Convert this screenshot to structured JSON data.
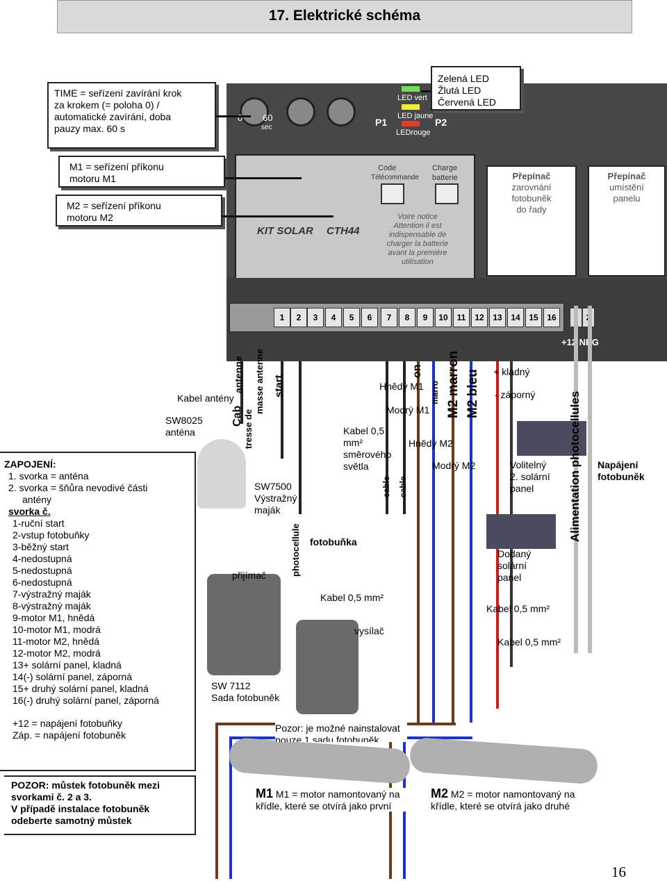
{
  "title": "17. Elektrické schéma",
  "callouts": {
    "time": [
      "TIME = seřízení zavírání krok",
      "za krokem (= poloha 0) /",
      "automatické zavírání, doba",
      "pauzy max. 60 s"
    ],
    "leds": [
      "Zelená LED",
      "Žlutá LED",
      "Červená LED"
    ],
    "m1": [
      "M1 = seřízení příkonu",
      "motoru M1"
    ],
    "m2": [
      "M2 = seřízení příkonu",
      "motoru M2"
    ],
    "switch_align": [
      "Přepínač",
      "zarovnání",
      "fotobuněk",
      "do řady"
    ],
    "switch_panel": [
      "Přepínač",
      "umístění",
      "panelu"
    ]
  },
  "board": {
    "led_labels": [
      "LED vert",
      "LED jaune",
      "LEDrouge"
    ],
    "p_labels": [
      "P1",
      "P2"
    ],
    "knob_labels": [
      "0",
      "60",
      "sec"
    ],
    "kit_label": "KIT SOLAR",
    "model_label": "CTH44",
    "panel_labels": [
      "Code",
      "Télécommande",
      "Charge",
      "batterie"
    ],
    "notice": [
      "Voire notice",
      "Attention il est",
      "indispensable de",
      "charger la batterie",
      "avant la première",
      "utilisation"
    ],
    "neg_label": "+12 NEG",
    "terminals": [
      "1",
      "2",
      "3",
      "4",
      "5",
      "6",
      "7",
      "8",
      "9",
      "10",
      "11",
      "12",
      "13",
      "14",
      "15",
      "16"
    ],
    "switch_terminals": [
      "1",
      "2"
    ]
  },
  "wires_labels": {
    "antenna_cable": "Kabel antény",
    "sw8025": [
      "SW8025",
      "anténa"
    ],
    "sw7500": [
      "SW7500",
      "Výstražný",
      "maják"
    ],
    "light_cable": [
      "Kabel 0,5",
      "mm²",
      "směrového",
      "světla"
    ],
    "brown_m1": "Hnědý M1",
    "blue_m1": "Modrý M1",
    "brown_m2": "Hnědý M2",
    "blue_m2": "Modrý M2",
    "plus": "+ kladný",
    "minus": "- záporný",
    "optional_panel": [
      "Volitelný",
      "2. solární",
      "panel"
    ],
    "supplied_panel": [
      "Dodaný",
      "solární",
      "panel"
    ],
    "photo_power": [
      "Napájení",
      "fotobuněk"
    ],
    "photocell": "fotobuňka",
    "receiver": "přijímač",
    "transmitter": "vysílač",
    "cable_05_a": "Kabel 0,5 mm²",
    "cable_05_b": "Kabel 0,5 mm²",
    "cable_05_c": "Kabel 0,5 mm²",
    "sw7112": [
      "SW 7112",
      "Sada fotobuněk"
    ],
    "vertical": [
      "antenne",
      "Cab",
      "masse antenne",
      "tresse de",
      "start",
      "M2 marron",
      "M2 bleu",
      "Alimentation photocellules",
      "photocellule",
      "cable",
      "cable",
      "on",
      "marro"
    ]
  },
  "connections": {
    "heading": "ZAPOJENÍ:",
    "items": [
      "1. svorka = anténa",
      "2. svorka = šňůra nevodivé části",
      "antény"
    ],
    "svorka": "svorka č.",
    "list": [
      "1-ruční start",
      "2-vstup fotobuňky",
      "3-běžný start",
      "4-nedostupná",
      "5-nedostupná",
      "6-nedostupná",
      "7-výstražný maják",
      "8-výstražný maják",
      "9-motor M1, hnědá",
      "10-motor M1, modrá",
      "11-motor M2, hnědá",
      "12-motor M2, modrá",
      "13+ solární panel, kladná",
      "14(-) solární panel, záporná",
      "15+ druhý solární panel, kladná",
      "16(-) druhý solární panel, záporná"
    ],
    "power": [
      "+12 = napájení fotobuňky",
      "Záp. = napájení fotobuněk"
    ]
  },
  "notes": {
    "warning": [
      "POZOR: můstek fotobuněk mezi",
      "svorkami č. 2 a 3.",
      "V případě instalace fotobuněk",
      "odeberte samotný můstek"
    ],
    "pozor": [
      "Pozor: je možné nainstalovat",
      "pouze 1 sadu fotobuněk"
    ],
    "m1_note": [
      "M1 = motor namontovaný na",
      "křídle, které se otvírá jako první"
    ],
    "m2_note": [
      "M2 = motor namontovaný na",
      "křídle, které se otvírá jako druhé"
    ]
  },
  "page_number": "16"
}
